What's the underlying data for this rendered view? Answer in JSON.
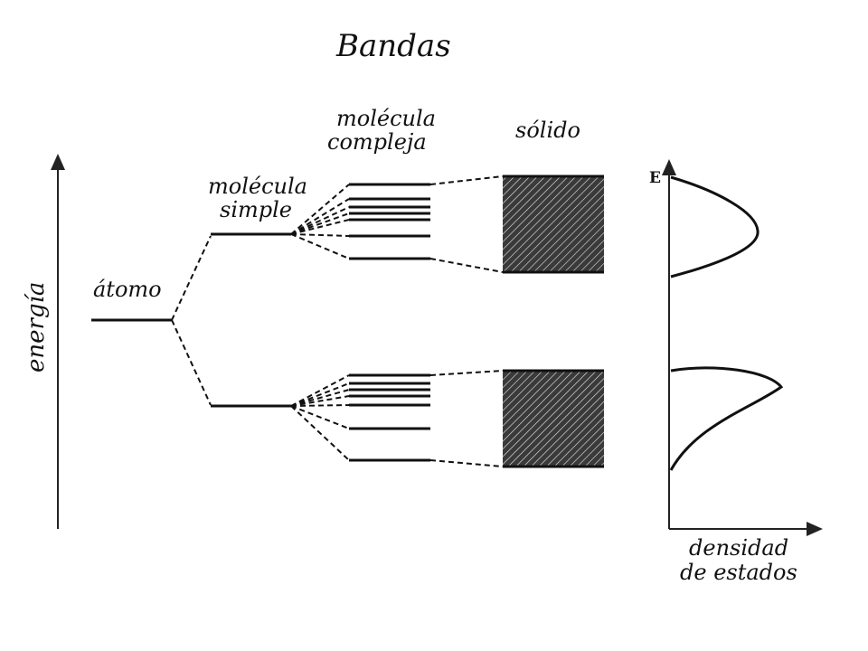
{
  "title": "Bandas",
  "labels": {
    "energy_axis": "energía",
    "atom": "átomo",
    "simple_molecule_line1": "molécula",
    "simple_molecule_line2": "simple",
    "complex_molecule_line1": "molécula",
    "complex_molecule_line2": "compleja",
    "solid": "sólido",
    "dos_axis_E": "E",
    "dos_label_line1": "densidad",
    "dos_label_line2": "de estados"
  },
  "colors": {
    "ink": "#111111",
    "background": "#ffffff"
  }
}
